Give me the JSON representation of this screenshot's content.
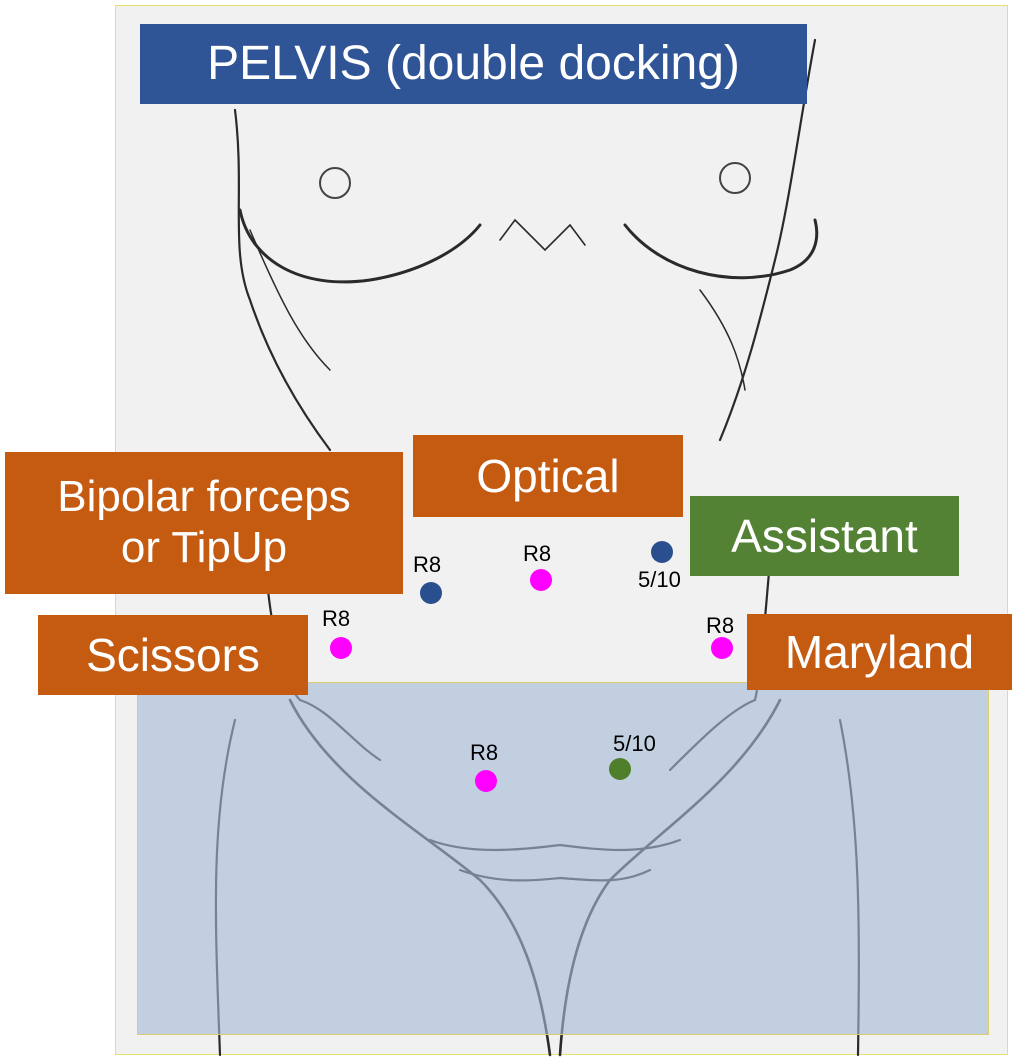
{
  "title": "PELVIS (double docking)",
  "labels": {
    "optical": "Optical",
    "bipolar_line1": "Bipolar forceps",
    "bipolar_line2": "or TipUp",
    "assistant": "Assistant",
    "scissors": "Scissors",
    "maryland": "Maryland"
  },
  "ports": {
    "left_upper": "R8",
    "center_upper": "R8",
    "assistant_upper": "5/10",
    "left_lower": "R8",
    "right_lower": "R8",
    "center_pelvic": "R8",
    "assistant_pelvic": "5/10"
  },
  "colors": {
    "orange": "#c55a11",
    "blue": "#2f5597",
    "green": "#548235",
    "magenta": "#ff00ff",
    "dark_green": "#4f7f2a",
    "navy_dot": "#2a4f8f"
  }
}
